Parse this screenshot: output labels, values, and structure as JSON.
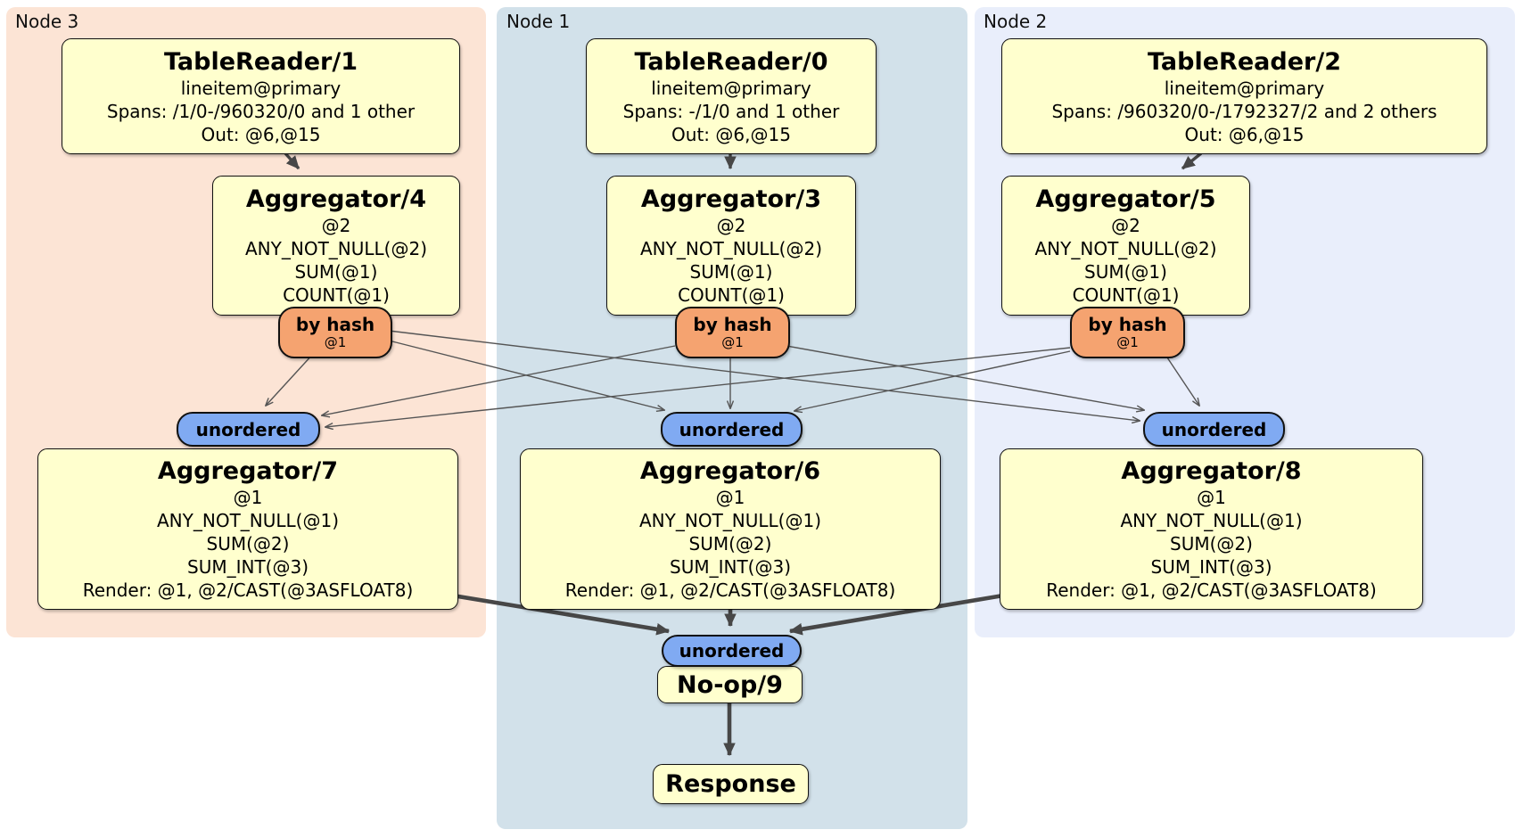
{
  "regions": {
    "node3": {
      "label": "Node 3",
      "color": "#fce4d5"
    },
    "node1": {
      "label": "Node 1",
      "color": "#d2e1ea"
    },
    "node2": {
      "label": "Node 2",
      "color": "#e9eefb"
    }
  },
  "boxes": {
    "tr1": {
      "title": "TableReader/1",
      "lines": [
        "lineitem@primary",
        "Spans: /1/0-/960320/0 and 1 other",
        "Out: @6,@15"
      ]
    },
    "tr0": {
      "title": "TableReader/0",
      "lines": [
        "lineitem@primary",
        "Spans: -/1/0 and 1 other",
        "Out: @6,@15"
      ]
    },
    "tr2": {
      "title": "TableReader/2",
      "lines": [
        "lineitem@primary",
        "Spans: /960320/0-/1792327/2 and 2 others",
        "Out: @6,@15"
      ]
    },
    "agg4": {
      "title": "Aggregator/4",
      "lines": [
        "@2",
        "ANY_NOT_NULL(@2)",
        "SUM(@1)",
        "COUNT(@1)"
      ]
    },
    "agg3": {
      "title": "Aggregator/3",
      "lines": [
        "@2",
        "ANY_NOT_NULL(@2)",
        "SUM(@1)",
        "COUNT(@1)"
      ]
    },
    "agg5": {
      "title": "Aggregator/5",
      "lines": [
        "@2",
        "ANY_NOT_NULL(@2)",
        "SUM(@1)",
        "COUNT(@1)"
      ]
    },
    "agg7": {
      "title": "Aggregator/7",
      "lines": [
        "@1",
        "ANY_NOT_NULL(@1)",
        "SUM(@2)",
        "SUM_INT(@3)",
        "Render: @1, @2/CAST(@3ASFLOAT8)"
      ]
    },
    "agg6": {
      "title": "Aggregator/6",
      "lines": [
        "@1",
        "ANY_NOT_NULL(@1)",
        "SUM(@2)",
        "SUM_INT(@3)",
        "Render: @1, @2/CAST(@3ASFLOAT8)"
      ]
    },
    "agg8": {
      "title": "Aggregator/8",
      "lines": [
        "@1",
        "ANY_NOT_NULL(@1)",
        "SUM(@2)",
        "SUM_INT(@3)",
        "Render: @1, @2/CAST(@3ASFLOAT8)"
      ]
    },
    "noop": {
      "title": "No-op/9"
    },
    "response": {
      "title": "Response"
    }
  },
  "routers": {
    "by_hash": {
      "label": "by hash",
      "sub": "@1",
      "color": "#f5a370"
    },
    "unordered": {
      "label": "unordered",
      "color": "#80aaf2"
    }
  },
  "edge_colors": {
    "thin": "#555555",
    "thick": "#474747"
  }
}
